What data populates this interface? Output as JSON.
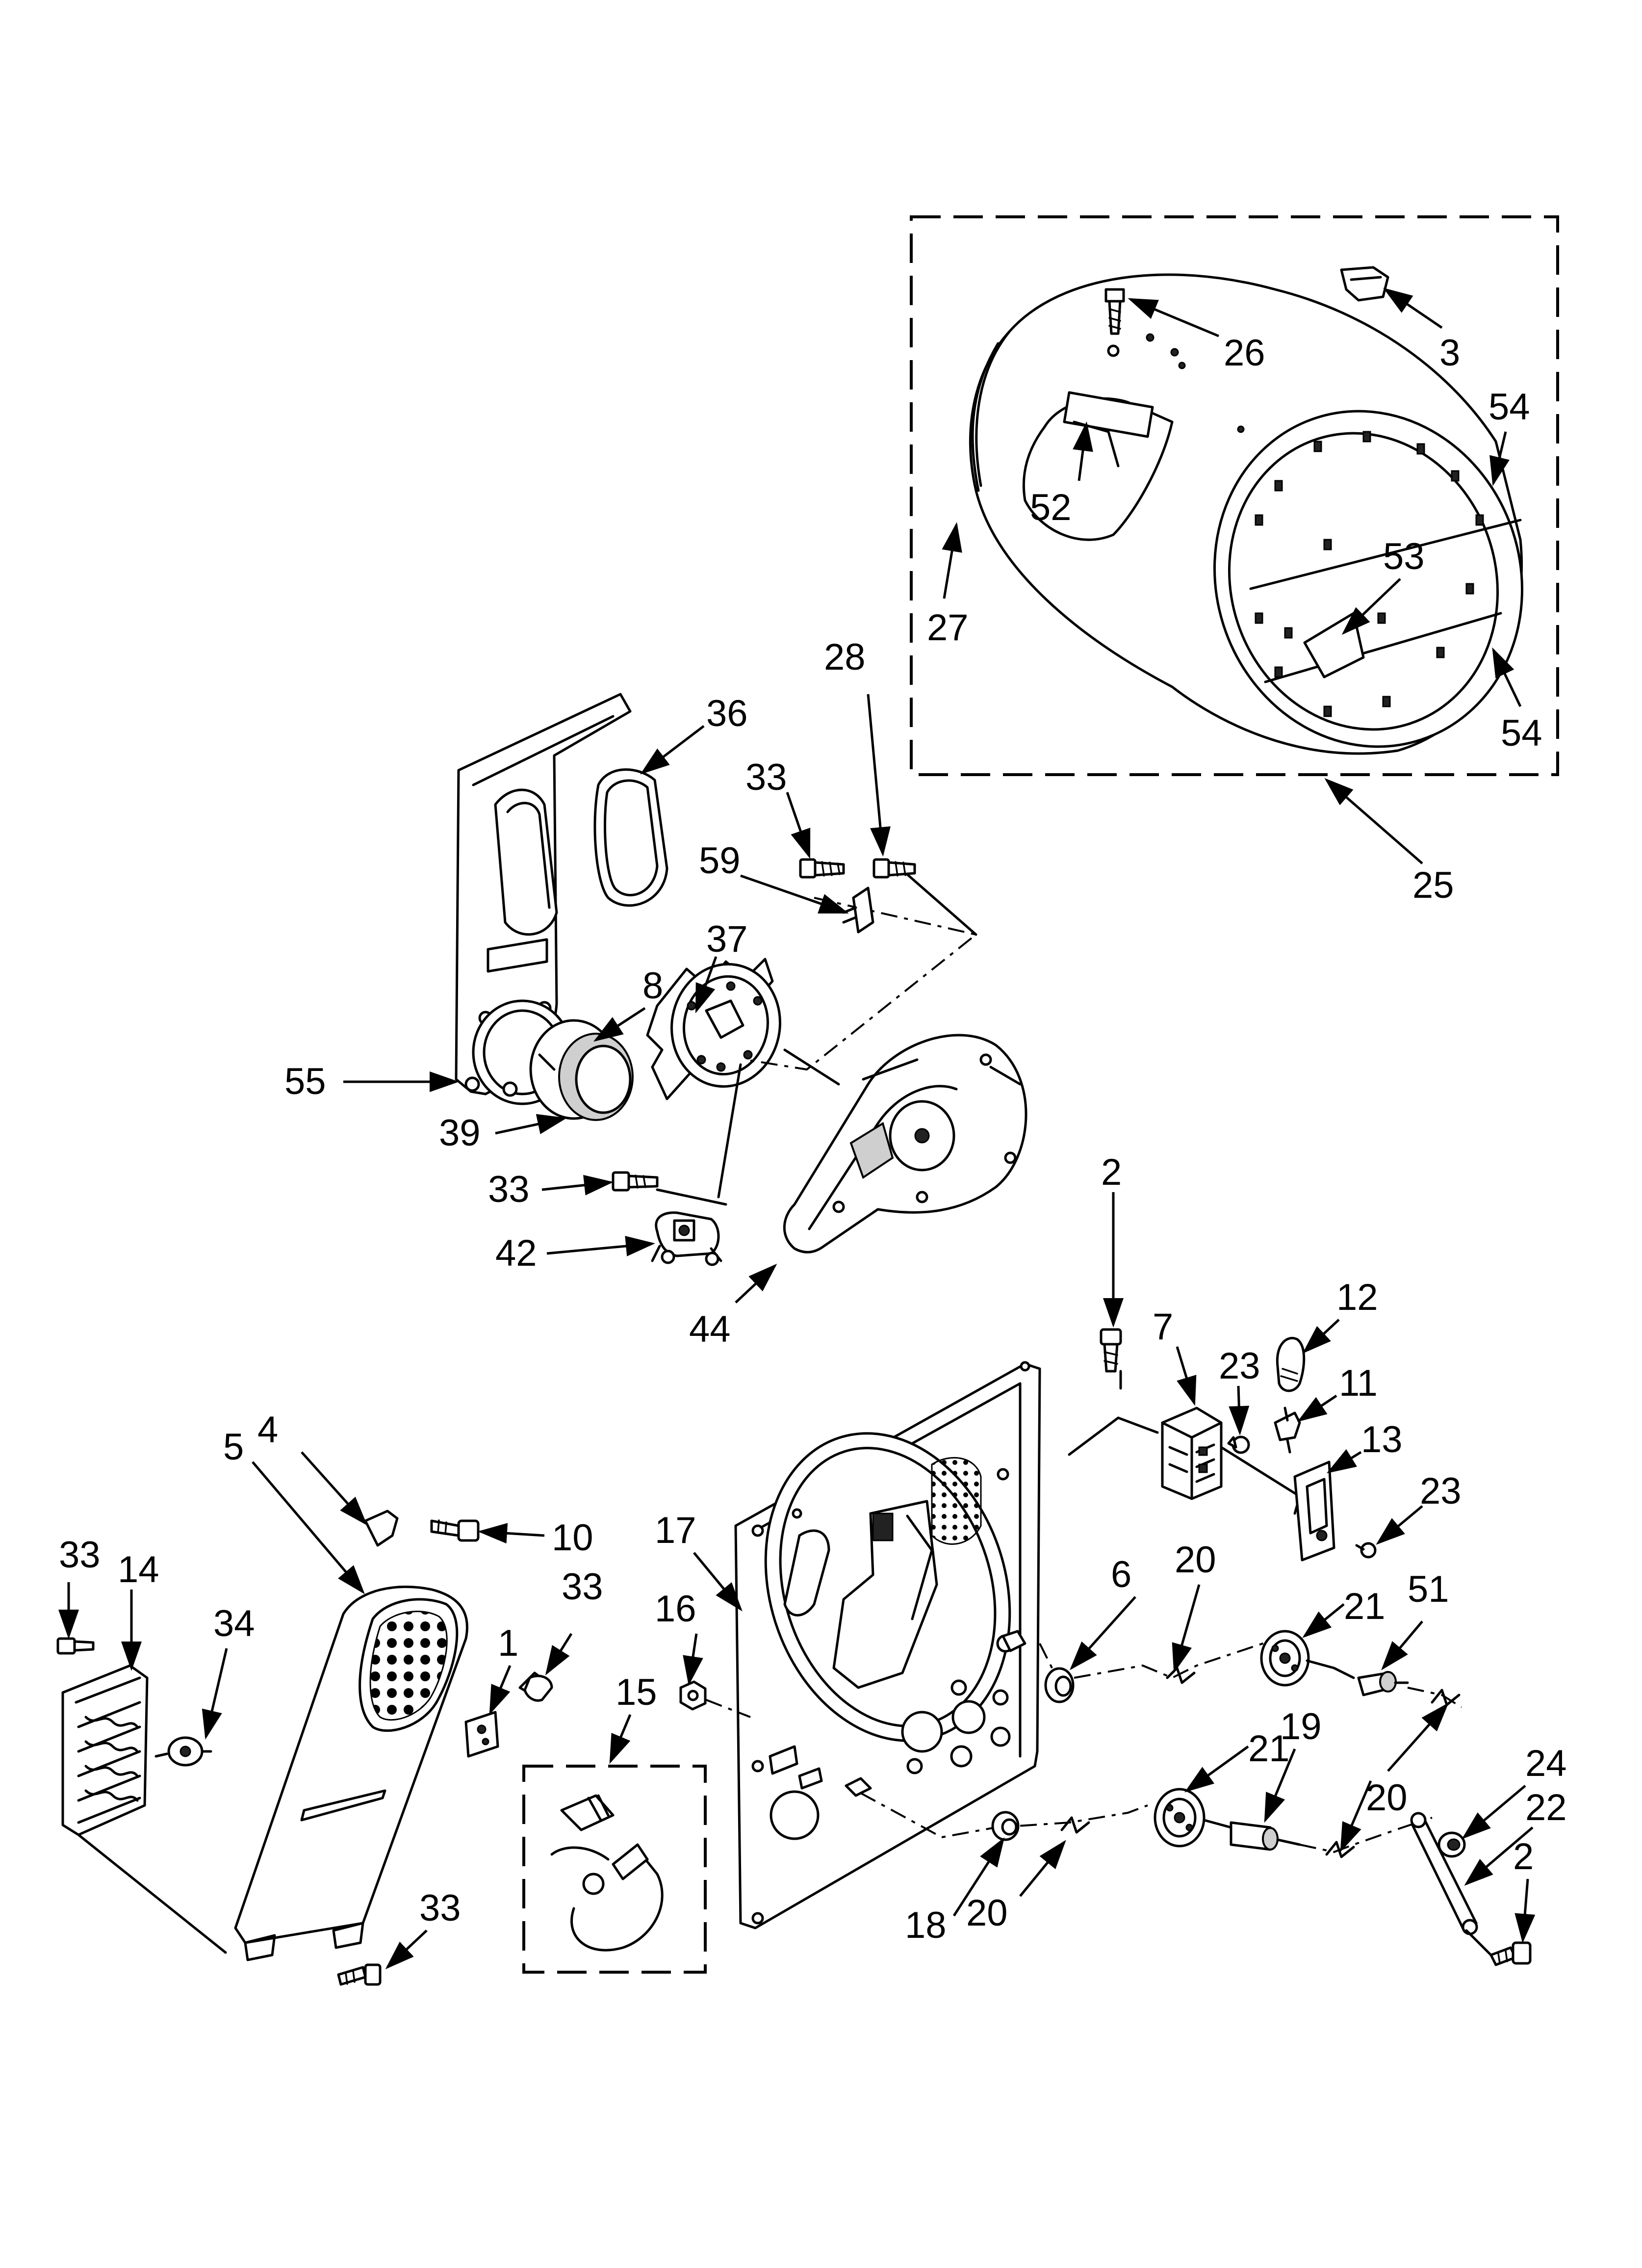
{
  "diagram": {
    "callouts": [
      {
        "id": "c1",
        "text": "1"
      },
      {
        "id": "c2a",
        "text": "2"
      },
      {
        "id": "c2b",
        "text": "2"
      },
      {
        "id": "c3",
        "text": "3"
      },
      {
        "id": "c4",
        "text": "4"
      },
      {
        "id": "c5",
        "text": "5"
      },
      {
        "id": "c6",
        "text": "6"
      },
      {
        "id": "c7",
        "text": "7"
      },
      {
        "id": "c8",
        "text": "8"
      },
      {
        "id": "c10",
        "text": "10"
      },
      {
        "id": "c11",
        "text": "11"
      },
      {
        "id": "c12",
        "text": "12"
      },
      {
        "id": "c13",
        "text": "13"
      },
      {
        "id": "c14",
        "text": "14"
      },
      {
        "id": "c15",
        "text": "15"
      },
      {
        "id": "c16",
        "text": "16"
      },
      {
        "id": "c17",
        "text": "17"
      },
      {
        "id": "c18",
        "text": "18"
      },
      {
        "id": "c19",
        "text": "19"
      },
      {
        "id": "c20a",
        "text": "20"
      },
      {
        "id": "c20b",
        "text": "20"
      },
      {
        "id": "c20c",
        "text": "20"
      },
      {
        "id": "c21a",
        "text": "21"
      },
      {
        "id": "c21b",
        "text": "21"
      },
      {
        "id": "c22",
        "text": "22"
      },
      {
        "id": "c23a",
        "text": "23"
      },
      {
        "id": "c23b",
        "text": "23"
      },
      {
        "id": "c24",
        "text": "24"
      },
      {
        "id": "c25",
        "text": "25"
      },
      {
        "id": "c26",
        "text": "26"
      },
      {
        "id": "c27",
        "text": "27"
      },
      {
        "id": "c28",
        "text": "28"
      },
      {
        "id": "c33a",
        "text": "33"
      },
      {
        "id": "c33b",
        "text": "33"
      },
      {
        "id": "c33c",
        "text": "33"
      },
      {
        "id": "c33d",
        "text": "33"
      },
      {
        "id": "c33e",
        "text": "33"
      },
      {
        "id": "c34",
        "text": "34"
      },
      {
        "id": "c36",
        "text": "36"
      },
      {
        "id": "c37",
        "text": "37"
      },
      {
        "id": "c39",
        "text": "39"
      },
      {
        "id": "c42",
        "text": "42"
      },
      {
        "id": "c44",
        "text": "44"
      },
      {
        "id": "c51",
        "text": "51"
      },
      {
        "id": "c52",
        "text": "52"
      },
      {
        "id": "c53",
        "text": "53"
      },
      {
        "id": "c54a",
        "text": "54"
      },
      {
        "id": "c54b",
        "text": "54"
      },
      {
        "id": "c55",
        "text": "55"
      },
      {
        "id": "c59",
        "text": "59"
      }
    ]
  }
}
